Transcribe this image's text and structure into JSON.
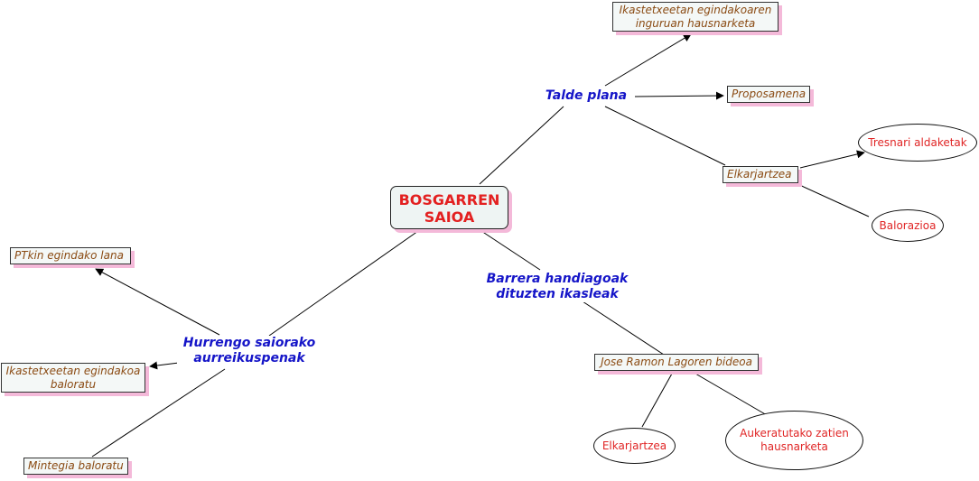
{
  "map": {
    "root": "BOSGARREN\nSAIOA",
    "phrases": {
      "talde_plana": "Talde plana",
      "barrera": "Barrera handiagoak\ndituzten ikasleak",
      "hurrengo": "Hurrengo saiorako\naurreikuspenak"
    },
    "boxes": {
      "ikastetxeetan_hausnarketa": "Ikastetxeetan egindakoaren\ninguruan hausnarketa",
      "proposamena": "Proposamena",
      "elkarjartzea_top": "Elkarjartzea",
      "ptkin": "PTkin egindako lana",
      "ikastetxeetan_baloratu": "Ikastetxeetan egindakoa\nbaloratu",
      "mintegia": "Mintegia baloratu",
      "jose_ramon": "Jose Ramon Lagoren bideoa"
    },
    "ovals": {
      "tresnari": "Tresnari aldaketak",
      "balorazioa": "Balorazioa",
      "elkarjartzea_bottom": "Elkarjartzea",
      "aukeratutako": "Aukeratutako zatien\nhausnarketa"
    }
  },
  "colors": {
    "root_text": "#e32020",
    "phrase_text": "#1515c8",
    "box_text": "#8a4a12",
    "oval_text": "#e02525",
    "box_shadow": "#f4b9d9",
    "line": "#000000"
  }
}
